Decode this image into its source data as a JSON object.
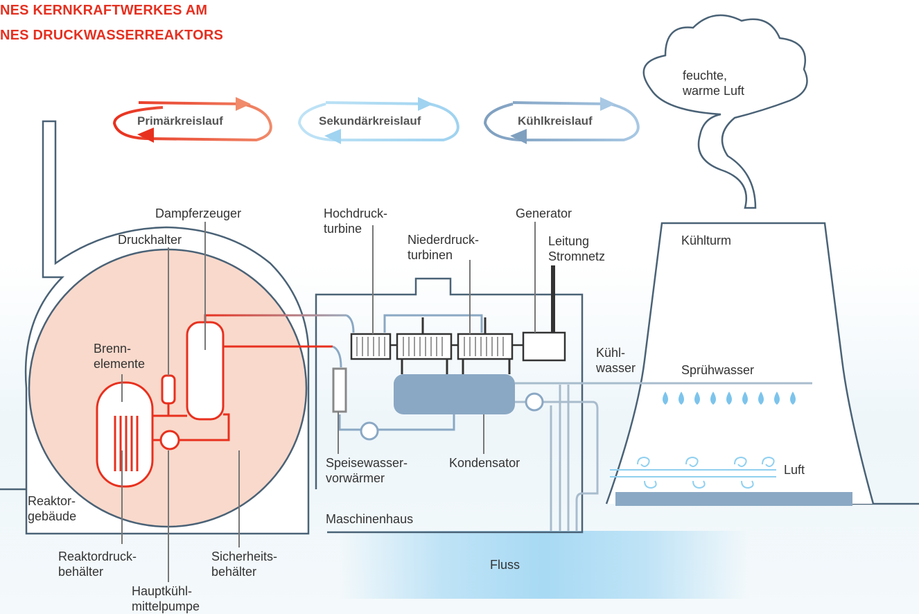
{
  "title": {
    "line1": "NES KERNKRAFTWERKES AM",
    "line2": "NES DRUCKWASSERREAKTORS"
  },
  "cycles": [
    {
      "label": "Primärkreislauf",
      "color": "#e8452c"
    },
    {
      "label": "Sekundärkreislauf",
      "color": "#9fd3f0"
    },
    {
      "label": "Kühlkreislauf",
      "color": "#7f9fbf"
    }
  ],
  "labels": {
    "cloud": [
      "feuchte,",
      "warme Luft"
    ],
    "dampferzeuger": "Dampferzeuger",
    "druckhalter": "Druckhalter",
    "brennelemente": [
      "Brenn-",
      "elemente"
    ],
    "hochdruckturbine": [
      "Hochdruck-",
      "turbine"
    ],
    "niederdruckturbinen": [
      "Niederdruck-",
      "turbinen"
    ],
    "generator": "Generator",
    "leitung": [
      "Leitung",
      "Stromnetz"
    ],
    "kuehlturm": "Kühlturm",
    "kuehlwasser": [
      "Kühl-",
      "wasser"
    ],
    "spruehwasser": "Sprühwasser",
    "luft": "Luft",
    "reaktorgebaeude": [
      "Reaktor-",
      "gebäude"
    ],
    "speisewasser": [
      "Speisewasser-",
      "vorwärmer"
    ],
    "kondensator": "Kondensator",
    "maschinenhaus": "Maschinenhaus",
    "reaktordruck": [
      "Reaktordruck-",
      "behälter"
    ],
    "sicherheits": [
      "Sicherheits-",
      "behälter"
    ],
    "hauptkuehl": [
      "Hauptkühl-",
      "mittelpumpe"
    ],
    "fluss": "Fluss"
  },
  "colors": {
    "primary": "#e8301e",
    "secondary": "#8aa8c4",
    "cooling": "#8aa8c4",
    "containment_fill": "#f9d9cb",
    "outline": "#4a6276",
    "title": "#e53020",
    "river": "#a8daf4"
  },
  "icons": [
    "cloud-icon",
    "water-drop-icon",
    "air-swirl-icon",
    "pump-icon",
    "fuel-rod-icon"
  ]
}
